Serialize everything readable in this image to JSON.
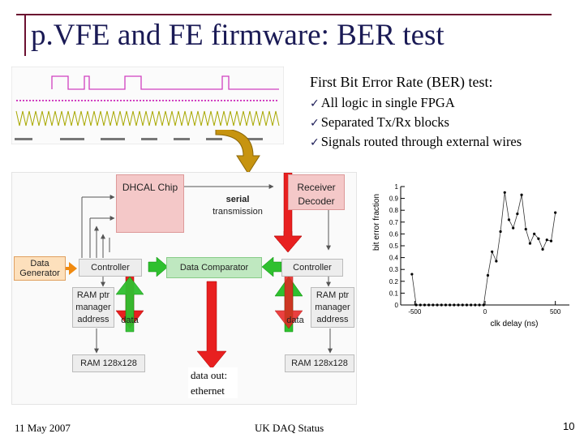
{
  "slide": {
    "title": "p.VFE and FE firmware: BER test",
    "ber_heading": "First Bit Error Rate (BER) test:",
    "bullets": [
      "All logic in single FPGA",
      "Separated Tx/Rx blocks",
      "Signals routed through external wires"
    ],
    "footer": {
      "date": "11 May 2007",
      "center": "UK DAQ Status",
      "page": "10"
    }
  },
  "diagram": {
    "dhcal_chip": "DHCAL Chip",
    "receiver_decoder": [
      "Receiver",
      "Decoder"
    ],
    "serial_transmission": [
      "serial",
      "transmission"
    ],
    "data_generator": [
      "Data",
      "Generator"
    ],
    "controller_left": "Controller",
    "data_comparator": "Data Comparator",
    "controller_right": "Controller",
    "ram_ptr_left": [
      "RAM ptr",
      "manager",
      "address"
    ],
    "data_left": "data",
    "data_right": "data",
    "ram_ptr_right": [
      "RAM ptr",
      "manager",
      "address"
    ],
    "ram_left": "RAM 128x128",
    "ram_right": "RAM 128x128",
    "data_out": [
      "data out:",
      "ethernet"
    ]
  },
  "chart_data": {
    "type": "scatter",
    "xlabel": "clk delay (ns)",
    "ylabel": "bit error fraction",
    "xlim": [
      -600,
      600
    ],
    "ylim": [
      0,
      1
    ],
    "x_ticks": [
      "-500",
      "0",
      "500"
    ],
    "y_ticks": [
      "0",
      "0.1",
      "0.2",
      "0.3",
      "0.4",
      "0.5",
      "0.6",
      "0.7",
      "0.8",
      "0.9",
      "1"
    ],
    "x": [
      -520,
      -490,
      -460,
      -430,
      -400,
      -370,
      -340,
      -310,
      -280,
      -250,
      -220,
      -190,
      -160,
      -130,
      -100,
      -70,
      -40,
      -10,
      20,
      50,
      80,
      110,
      140,
      170,
      200,
      230,
      260,
      290,
      320,
      350,
      380,
      410,
      440,
      470,
      500
    ],
    "y": [
      0.26,
      0.0,
      0.0,
      0.0,
      0.0,
      0.0,
      0.0,
      0.0,
      0.0,
      0.0,
      0.0,
      0.0,
      0.0,
      0.0,
      0.0,
      0.0,
      0.0,
      0.0,
      0.25,
      0.45,
      0.37,
      0.62,
      0.95,
      0.72,
      0.65,
      0.77,
      0.93,
      0.64,
      0.52,
      0.6,
      0.56,
      0.47,
      0.55,
      0.54,
      0.78
    ],
    "grid": false
  }
}
